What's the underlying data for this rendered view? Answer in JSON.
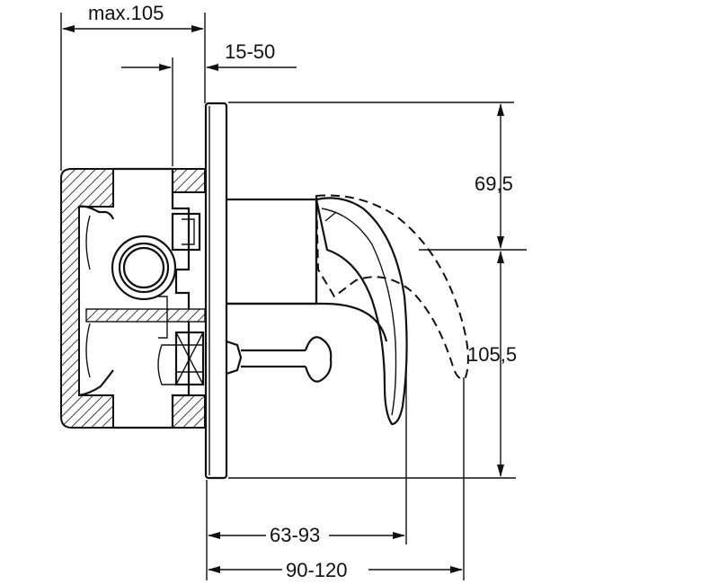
{
  "dimensions": {
    "max_depth": "max.105",
    "wall_range": "15-50",
    "upper_height": "69,5",
    "lower_height": "105,5",
    "lever_reach": "63-93",
    "spout_reach": "90-120"
  }
}
